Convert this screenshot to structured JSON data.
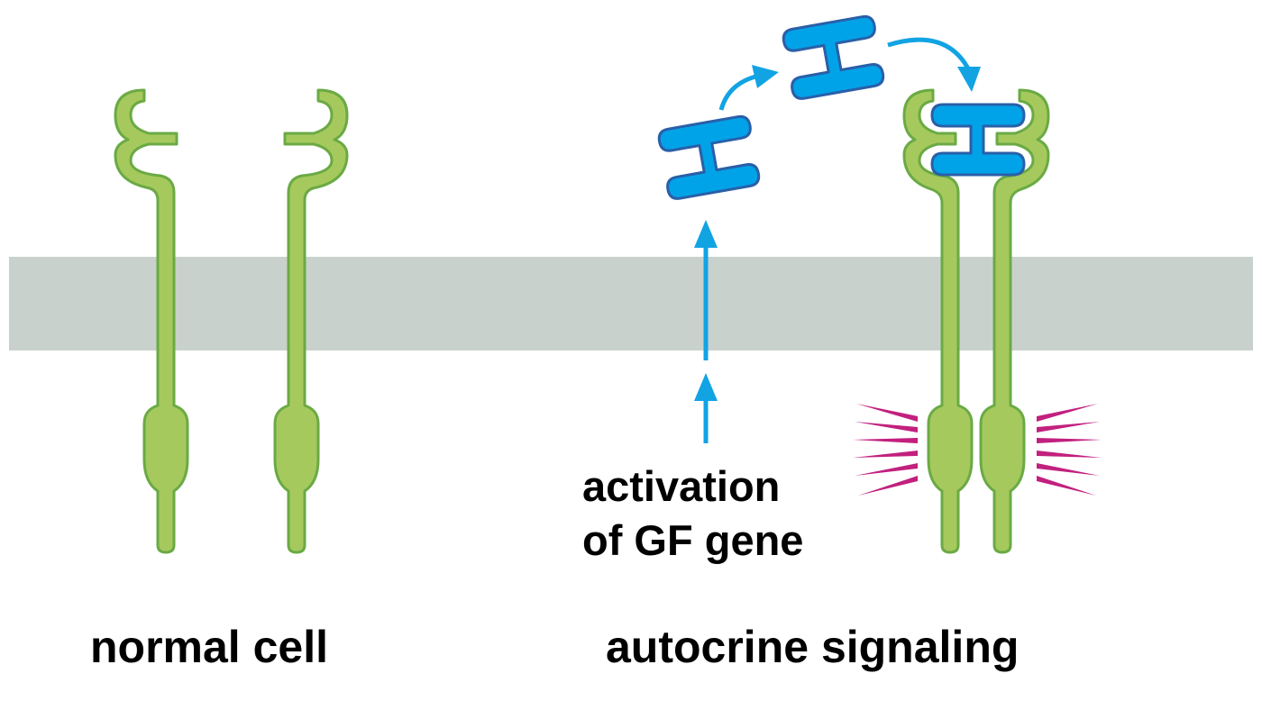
{
  "labels": {
    "normal_cell": "normal cell",
    "autocrine_signaling": "autocrine signaling",
    "activation_line1": "activation",
    "activation_line2": "of GF gene"
  },
  "colors": {
    "receptor_fill": "#a6c95e",
    "receptor_stroke": "#6aaa44",
    "membrane": "#c9d1cc",
    "growth_factor_fill": "#00a3e8",
    "growth_factor_stroke": "#2a5fa8",
    "arrow": "#12a3e3",
    "signal_rays": "#c2207e",
    "text": "#000000"
  },
  "icons": {
    "receptor": "receptor-icon",
    "growth_factor": "growth-factor-icon",
    "signal": "signal-burst-icon"
  }
}
